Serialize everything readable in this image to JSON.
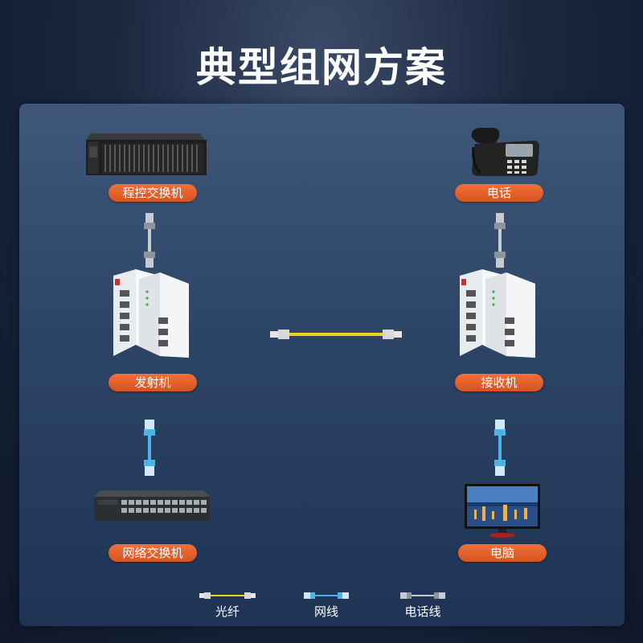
{
  "title": "典型组网方案",
  "nodes": {
    "pbx": "程控交换机",
    "phone": "电话",
    "transmitter": "发射机",
    "receiver": "接收机",
    "network_switch": "网络交换机",
    "computer": "电脑"
  },
  "legend": {
    "fiber": "光纤",
    "ethernet": "网线",
    "phone_line": "电话线"
  },
  "colors": {
    "accent_pill": "#e8612a",
    "fiber": "#f2d21b",
    "ethernet": "#4fb3e6",
    "phone_line": "#b8bcc4"
  }
}
